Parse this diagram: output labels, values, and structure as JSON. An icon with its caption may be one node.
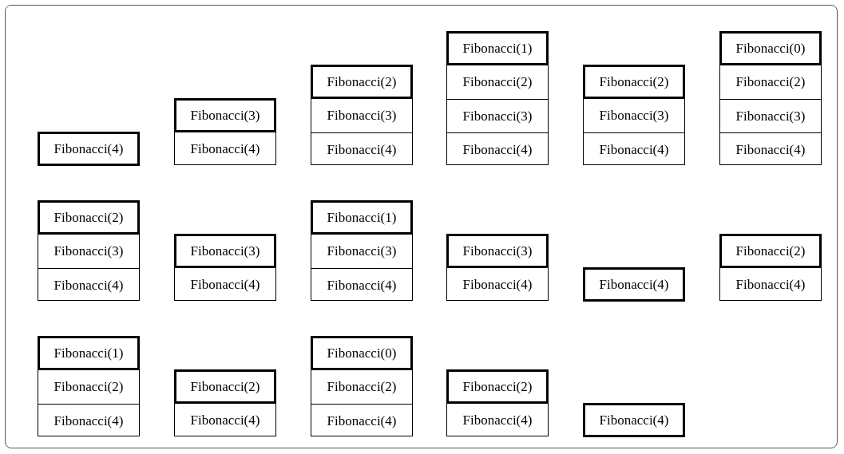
{
  "diagram": {
    "nodes": [
      {
        "text": [],
        "shape": "box"
      },
      {
        "text": [
          "Fibonacci(4)"
        ],
        "in": 0
      },
      {
        "text": [],
        "shape": "box"
      },
      {
        "text": [
          "Fibonacci(3)"
        ],
        "in": 2
      },
      {
        "text": [
          "Fibonacci(4)"
        ],
        "in": 2
      },
      {
        "text": [],
        "shape": "box"
      },
      {
        "text": [
          "Fibonacci(2)"
        ],
        "in": 5
      },
      {
        "text": [
          "Fibonacci(3)"
        ],
        "in": 5
      },
      {
        "text": [
          "Fibonacci(4)"
        ],
        "in": 5
      },
      {
        "text": [],
        "shape": "box"
      },
      {
        "text": [
          "Fibonacci(1)"
        ],
        "in": 9
      },
      {
        "text": [
          "Fibonacci(2)"
        ],
        "in": 9
      },
      {
        "text": [
          "Fibonacci(3)"
        ],
        "in": 9
      },
      {
        "text": [
          "Fibonacci(4)"
        ],
        "in": 9
      },
      {
        "text": [],
        "shape": "box"
      },
      {
        "text": [
          "Fibonacci(2)"
        ],
        "in": 14
      },
      {
        "text": [
          "Fibonacci(3)"
        ],
        "in": 14
      },
      {
        "text": [
          "Fibonacci(4)"
        ],
        "in": 14
      },
      {
        "text": [],
        "shape": "box"
      },
      {
        "text": [
          "Fibonacci(0)"
        ],
        "in": 18
      },
      {
        "text": [
          "Fibonacci(2)"
        ],
        "in": 18
      },
      {
        "text": [
          "Fibonacci(3)"
        ],
        "in": 18
      },
      {
        "text": [
          "Fibonacci(4)"
        ],
        "in": 18
      },
      {
        "text": [],
        "shape": "box"
      },
      {
        "text": [
          "Fibonacci(2)"
        ],
        "in": 23
      },
      {
        "text": [
          "Fibonacci(3)"
        ],
        "in": 23
      },
      {
        "text": [
          "Fibonacci(4)"
        ],
        "in": 23
      },
      {
        "text": [],
        "shape": "box"
      },
      {
        "text": [
          "Fibonacci(3)"
        ],
        "in": 27
      },
      {
        "text": [
          "Fibonacci(4)"
        ],
        "in": 27
      },
      {
        "text": [],
        "shape": "box"
      },
      {
        "text": [
          "Fibonacci(1)"
        ],
        "in": 30
      },
      {
        "text": [
          "Fibonacci(3)"
        ],
        "in": 30
      },
      {
        "text": [
          "Fibonacci(4)"
        ],
        "in": 30
      },
      {
        "text": [],
        "shape": "box"
      },
      {
        "text": [
          "Fibonacci(3)"
        ],
        "in": 34
      },
      {
        "text": [
          "Fibonacci(4)"
        ],
        "in": 34
      },
      {
        "text": [],
        "shape": "box"
      },
      {
        "text": [
          "Fibonacci(4)"
        ],
        "in": 37
      },
      {
        "text": [],
        "shape": "box"
      },
      {
        "text": [
          "Fibonacci(2)"
        ],
        "in": 39
      },
      {
        "text": [
          "Fibonacci(4)"
        ],
        "in": 39
      },
      {
        "text": [],
        "shape": "box"
      },
      {
        "text": [
          "Fibonacci(1)"
        ],
        "in": 42
      },
      {
        "text": [
          "Fibonacci(2)"
        ],
        "in": 42
      },
      {
        "text": [
          "Fibonacci(4)"
        ],
        "in": 42
      },
      {
        "text": [],
        "shape": "box"
      },
      {
        "text": [
          "Fibonacci(2)"
        ],
        "in": 46
      },
      {
        "text": [
          "Fibonacci(4)"
        ],
        "in": 46
      },
      {
        "text": [],
        "shape": "box"
      },
      {
        "text": [
          "Fibonacci(0)"
        ],
        "in": 49
      },
      {
        "text": [
          "Fibonacci(2)"
        ],
        "in": 49
      },
      {
        "text": [
          "Fibonacci(4)"
        ],
        "in": 49
      },
      {
        "text": [],
        "shape": "box"
      },
      {
        "text": [
          "Fibonacci(2)"
        ],
        "in": 53
      },
      {
        "text": [
          "Fibonacci(4)"
        ],
        "in": 53
      },
      {
        "text": [],
        "shape": "box"
      },
      {
        "text": [
          "Fibonacci(4)"
        ],
        "in": 56
      }
    ]
  }
}
